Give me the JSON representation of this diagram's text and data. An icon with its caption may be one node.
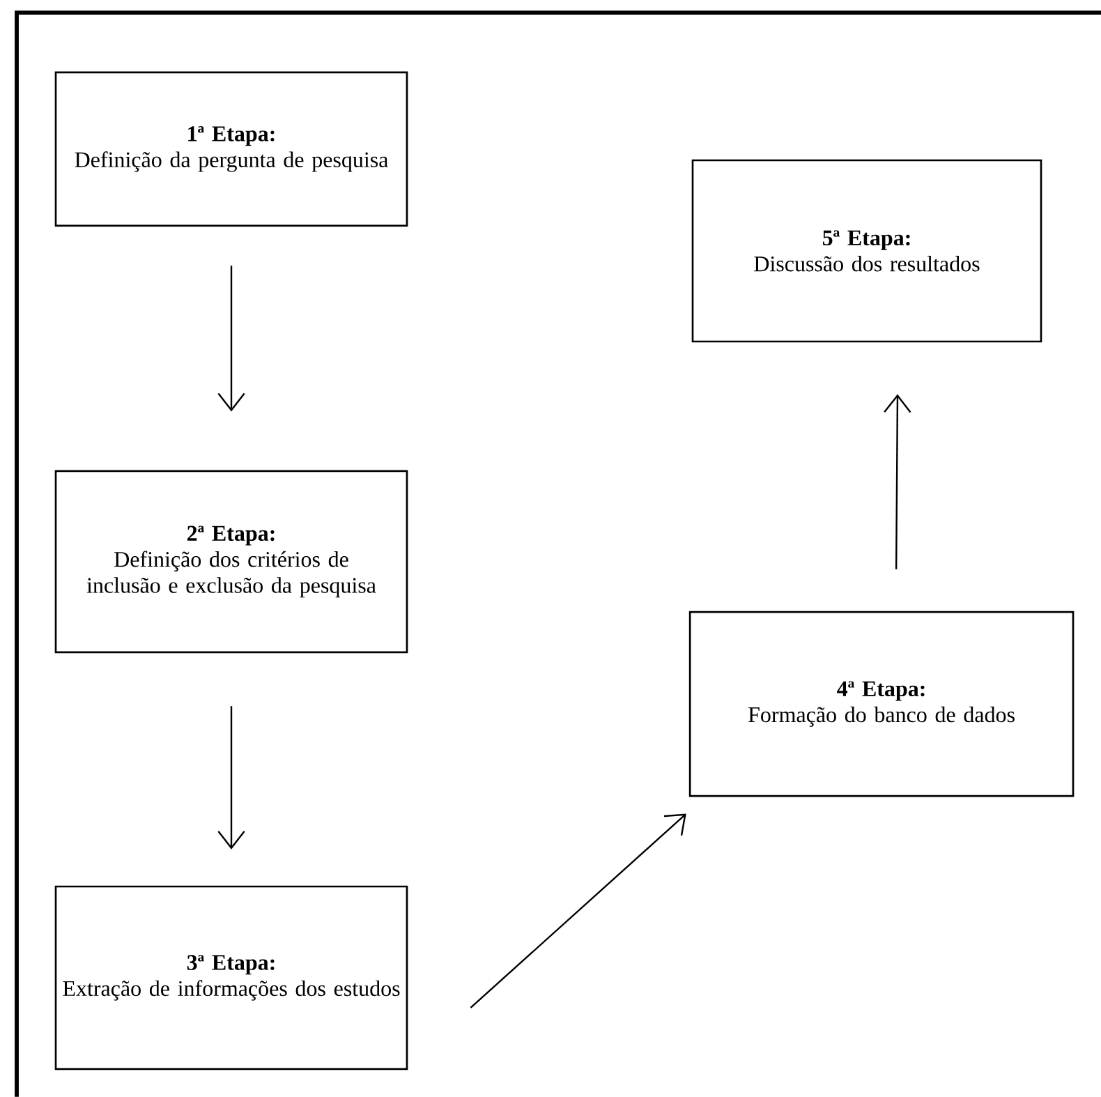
{
  "diagram": {
    "nodes": [
      {
        "text": [
          "1ª Etapa:",
          "Definição da pergunta de pesquisa"
        ]
      },
      {
        "text": [
          "2ª Etapa:",
          "Definição dos critérios de inclusão e exclusão da pesquisa"
        ]
      },
      {
        "text": [
          "3ª Etapa:",
          "Extração de informações dos estudos"
        ]
      },
      {
        "text": [
          "4ª Etapa:",
          "Formação do banco de dados"
        ]
      },
      {
        "text": [
          "5ª Etapa:",
          "Discussão dos resultados"
        ]
      }
    ],
    "edges": [
      {
        "from": 0,
        "to": 1,
        "arrow": "to"
      },
      {
        "from": 1,
        "to": 2,
        "arrow": "to"
      },
      {
        "from": 2,
        "to": 3,
        "arrow": "to"
      },
      {
        "from": 3,
        "to": 4,
        "arrow": "to"
      }
    ]
  }
}
